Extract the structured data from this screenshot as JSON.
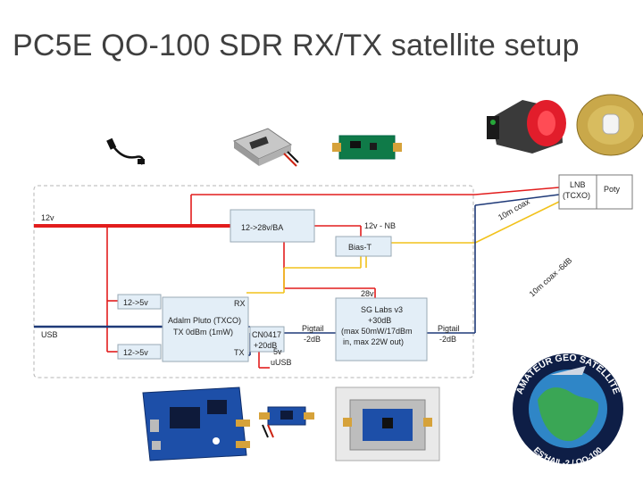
{
  "title": "PC5E QO-100 SDR RX/TX satellite setup",
  "colors": {
    "power": "#e21d1d",
    "usb": "#1f3a78",
    "rx_line": "#f2c21b",
    "box_fill": "#e3eef7"
  },
  "boxes": {
    "dcdc": "12->28v/BA",
    "bias_t": "Bias-T",
    "step5v_top": "12->5v",
    "step5v_bottom": "12->5v",
    "pluto": [
      "Adalm Pluto (TXCO)",
      "TX 0dBm (1mW)"
    ],
    "pluto_rx": "RX",
    "pluto_tx": "TX",
    "cn0417": [
      "CN0417",
      "+20dB"
    ],
    "sg_labs": [
      "SG Labs v3",
      "+30dB",
      "(max 50mW/17dBm",
      "in, max 22W out)"
    ],
    "lnb": [
      "LNB",
      "(TCXO)"
    ],
    "poty": "Poty"
  },
  "labels": {
    "v12": "12v",
    "usb": "USB",
    "v12_lnb": "12v - NB",
    "v28": "28v",
    "pigtail_left": [
      "Pigtail",
      "-2dB"
    ],
    "pigtail_right": [
      "Pigtail",
      "-2dB"
    ],
    "usb_5v": [
      "5v",
      "uUSB"
    ],
    "coax_top": "10m coax",
    "coax_bottom": "10m coax -6dB"
  },
  "logo": {
    "top": "AMATEUR GEO SATELLITE",
    "bottom": "ES'HAIL-2 / QO-100"
  }
}
